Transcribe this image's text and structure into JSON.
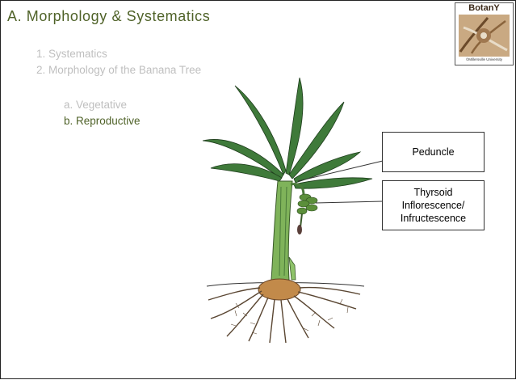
{
  "slide": {
    "title": "A.  Morphology & Systematics",
    "outline": [
      {
        "label": "1. Systematics"
      },
      {
        "label": "2. Morphology of the Banana Tree"
      }
    ],
    "sub_outline": [
      {
        "label": "a. Vegetative"
      },
      {
        "label": "b. Reproductive"
      }
    ]
  },
  "logo": {
    "title": "BotanY",
    "subtitle": "©Millersville University"
  },
  "callouts": {
    "peduncle": "Peduncle",
    "inflorescence_line1": "Thyrsoid",
    "inflorescence_line2": "Inflorescence/",
    "inflorescence_line3": "Infructescence"
  },
  "colors": {
    "title": "#4f6228",
    "outline_muted": "#bfbfbf",
    "leaf": "#3f7a3a",
    "pseudostem": "#7fb35a",
    "corm": "#c28a4a",
    "roots": "#5a4632"
  }
}
